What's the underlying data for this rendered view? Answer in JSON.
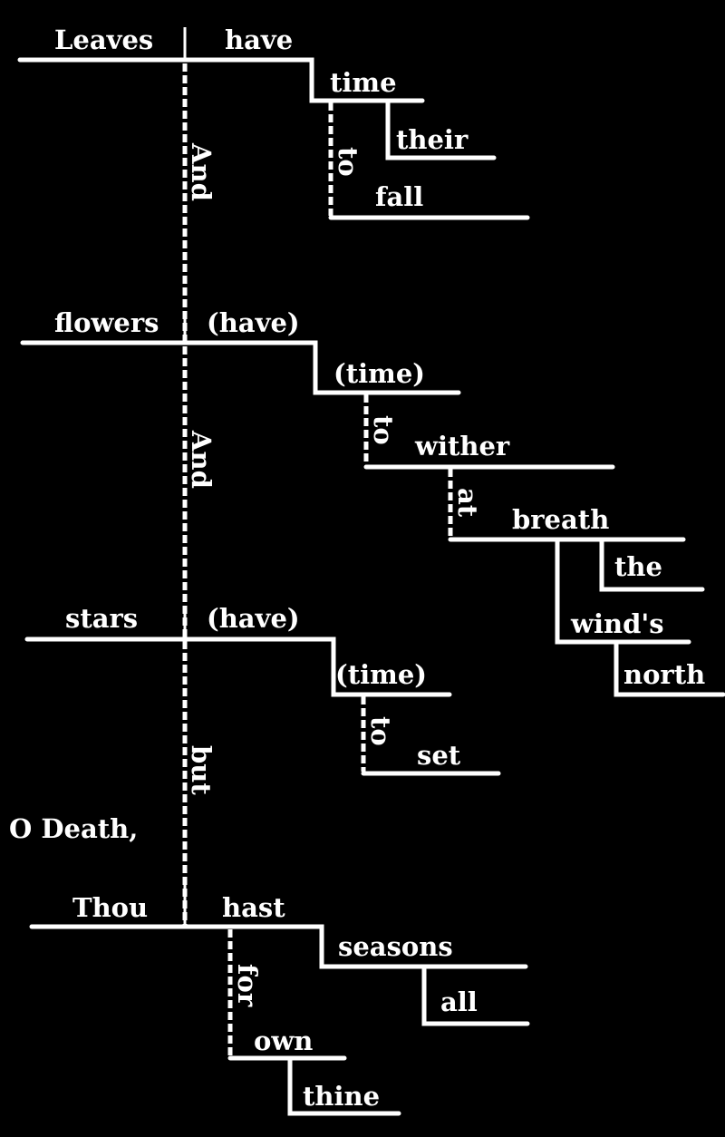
{
  "colors": {
    "background": "#000000",
    "ink": "#ffffff"
  },
  "clause1": {
    "subject": "Leaves",
    "verb": "have",
    "object": "time",
    "object_modifier": "their",
    "preposition": "to",
    "infinitive": "fall",
    "conjunction": "And"
  },
  "clause2": {
    "subject": "flowers",
    "verb": "(have)",
    "object": "(time)",
    "preposition": "to",
    "infinitive": "wither",
    "preposition2": "at",
    "prep_object": "breath",
    "article": "the",
    "possessive": "wind's",
    "possessive_modifier": "north",
    "conjunction": "And"
  },
  "clause3": {
    "subject": "stars",
    "verb": "(have)",
    "object": "(time)",
    "preposition": "to",
    "infinitive": "set",
    "conjunction": "but"
  },
  "address": "O Death,",
  "clause4": {
    "subject": "Thou",
    "verb": "hast",
    "object": "seasons",
    "object_modifier": "all",
    "preposition": "for",
    "prep_object": "own",
    "prep_object_modifier": "thine"
  }
}
